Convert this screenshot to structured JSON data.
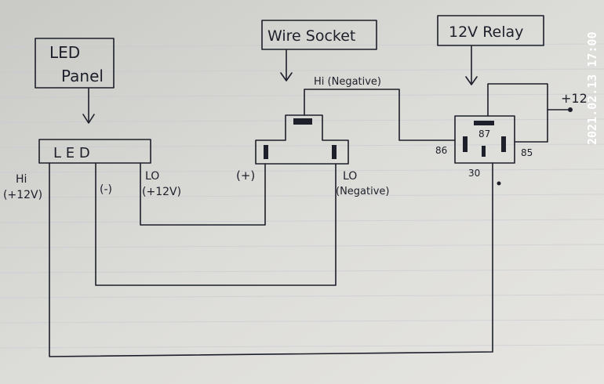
{
  "labels": {
    "led_panel_line1": "LED",
    "led_panel_line2": "Panel",
    "wire_socket": "Wire Socket",
    "relay_title": "12V Relay",
    "led_box": "L E D",
    "hi": "Hi",
    "hi_volt": "(+12V)",
    "minus": "(-)",
    "lo_led": "LO",
    "lo_led_volt": "(+12V)",
    "plus": "(+)",
    "lo_socket": "LO",
    "lo_socket_neg": "(Negative)",
    "hi_negative": "Hi (Negative)",
    "pin87": "87",
    "pin86": "86",
    "pin85": "85",
    "pin30": "30",
    "plus12": "+12"
  },
  "timestamp": "2021.02.13 17:00",
  "colors": {
    "paper": "#dcdcd8",
    "ink": "#1d1f2a",
    "grid": "#bfc4d0"
  }
}
